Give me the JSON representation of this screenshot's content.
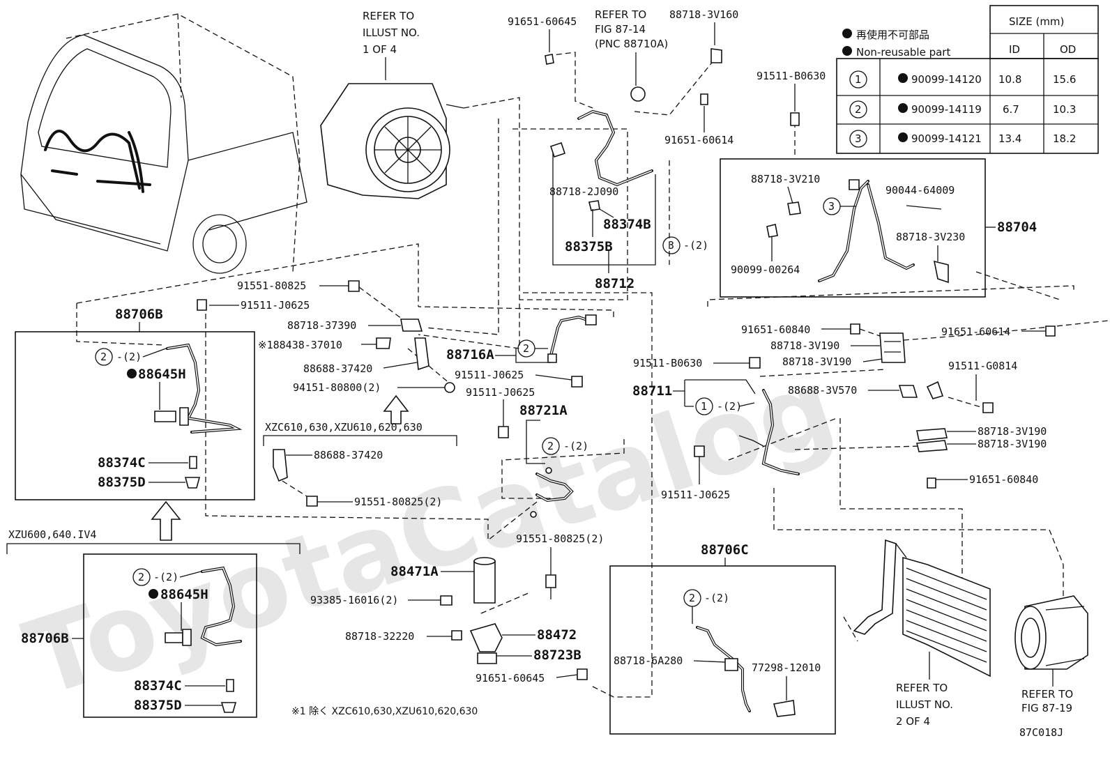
{
  "refs": {
    "illust1": [
      "REFER TO",
      "ILLUST NO.",
      "1 OF 4"
    ],
    "fig8714": [
      "REFER TO",
      "FIG 87-14",
      "(PNC 88710A)"
    ],
    "illust2": [
      "REFER TO",
      "ILLUST NO.",
      "2 OF 4"
    ],
    "fig8719": [
      "REFER TO",
      "FIG 87-19"
    ]
  },
  "legend": {
    "jp": "再使用不可部品",
    "en": "Non-reusable part"
  },
  "size_table": {
    "header": "SIZE (mm)",
    "col_id": "ID",
    "col_od": "OD",
    "rows": [
      {
        "num": "1",
        "part": "90099-14120",
        "id": "10.8",
        "od": "15.6"
      },
      {
        "num": "2",
        "part": "90099-14119",
        "id": "6.7",
        "od": "10.3"
      },
      {
        "num": "3",
        "part": "90099-14121",
        "id": "13.4",
        "od": "18.2"
      }
    ]
  },
  "labels": {
    "p91651_60645_top": "91651-60645",
    "p88718_3V160": "88718-3V160",
    "p91651_60614_a": "91651-60614",
    "p91511_B0630_a": "91511-B0630",
    "p88718_2J090": "88718-2J090",
    "p88374B": "88374B",
    "p88375B": "88375B",
    "p88712": "88712",
    "c3_2": "-(2)",
    "p88718_3V210": "88718-3V210",
    "p90044_64009": "90044-64009",
    "p88718_3V230": "88718-3V230",
    "p90099_00264": "90099-00264",
    "p88704": "88704",
    "p91551_80825": "91551-80825",
    "p91511_J0625_a": "91511-J0625",
    "p88706B_top": "88706B",
    "c2_88706B": "-(2)",
    "p88645H_a": "88645H",
    "p88374C_a": "88374C",
    "p88375D_a": "88375D",
    "p88718_37390": "88718-37390",
    "p188438": "※188438-37010",
    "p88688_37420_a": "88688-37420",
    "p94151": "94151-80800(2)",
    "p88716A": "88716A",
    "p91511_J0625_b": "91511-J0625",
    "p91511_J0625_c": "91511-J0625",
    "p88721A": "88721A",
    "c2_88721A": "-(2)",
    "model_xzc": "XZC610,630,XZU610,620,630",
    "p88688_37420_b": "88688-37420",
    "p91551_80825_2a": "91551-80825(2)",
    "model_xzu600": "XZU600,640.IV4",
    "c2_88706B_b": "-(2)",
    "p88645H_b": "88645H",
    "p88706B_side": "88706B",
    "p88374C_b": "88374C",
    "p88375D_b": "88375D",
    "p91551_80825_2b": "91551-80825(2)",
    "p88471A": "88471A",
    "p93385": "93385-16016(2)",
    "p88718_32220": "88718-32220",
    "p88472": "88472",
    "p88723B": "88723B",
    "p91651_60645_bot": "91651-60645",
    "footnote": "※1 除く XZC610,630,XZU610,620,630",
    "p91651_60840_a": "91651-60840",
    "p88718_3V190_a": "88718-3V190",
    "p88718_3V190_b": "88718-3V190",
    "p91651_60614_b": "91651-60614",
    "p91511_B0630_b": "91511-B0630",
    "p88711": "88711",
    "c1_88711": "-(2)",
    "p88688_3V570": "88688-3V570",
    "p91511_G0814": "91511-G0814",
    "p88718_3V190_c": "88718-3V190",
    "p88718_3V190_d": "88718-3V190",
    "p91511_J0625_d": "91511-J0625",
    "p91651_60840_b": "91651-60840",
    "p88706C": "88706C",
    "c2_88706C": "-(2)",
    "p88718_6A280": "88718-6A280",
    "p77298": "77298-12010",
    "fig_code": "87C018J"
  }
}
